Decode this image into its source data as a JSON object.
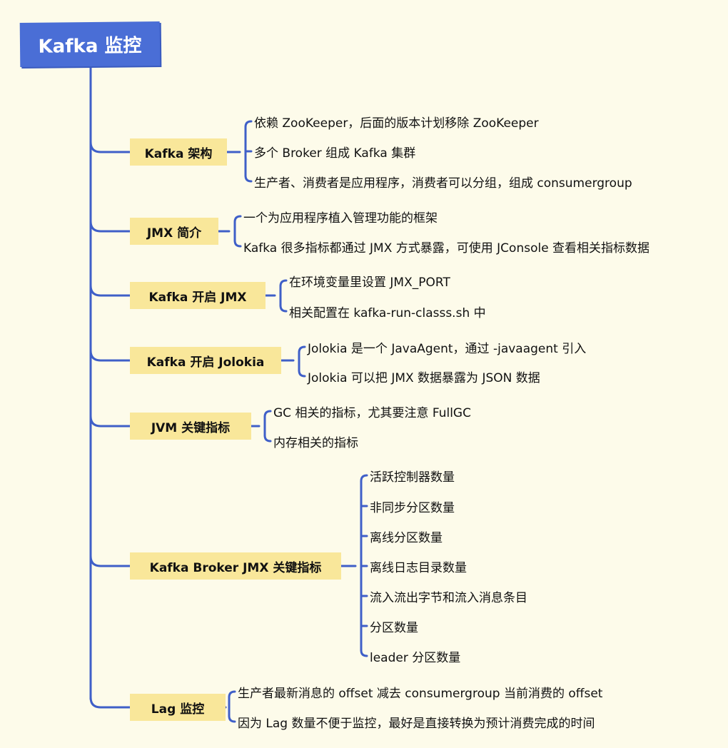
{
  "root": "Kafka 监控",
  "colors": {
    "background": "#fdfbea",
    "line": "#3f5fc8",
    "root_fill": "#4a6ed6",
    "branch_fill": "#f9e79a"
  },
  "branches": [
    {
      "label": "Kafka 架构",
      "children": [
        "依赖 ZooKeeper，后面的版本计划移除 ZooKeeper",
        "多个 Broker 组成 Kafka 集群",
        "生产者、消费者是应用程序，消费者可以分组，组成 consumergroup"
      ]
    },
    {
      "label": "JMX 简介",
      "children": [
        "一个为应用程序植入管理功能的框架",
        "Kafka 很多指标都通过 JMX 方式暴露，可使用 JConsole 查看相关指标数据"
      ]
    },
    {
      "label": "Kafka 开启 JMX",
      "children": [
        "在环境变量里设置 JMX_PORT",
        "相关配置在 kafka-run-classs.sh 中"
      ]
    },
    {
      "label": "Kafka 开启 Jolokia",
      "children": [
        "Jolokia 是一个 JavaAgent，通过 -javaagent 引入",
        "Jolokia 可以把 JMX 数据暴露为 JSON 数据"
      ]
    },
    {
      "label": "JVM 关键指标",
      "children": [
        "GC 相关的指标，尤其要注意 FullGC",
        "内存相关的指标"
      ]
    },
    {
      "label": "Kafka Broker JMX 关键指标",
      "children": [
        "活跃控制器数量",
        "非同步分区数量",
        "离线分区数量",
        "离线日志目录数量",
        "流入流出字节和流入消息条目",
        "分区数量",
        "leader 分区数量"
      ]
    },
    {
      "label": "Lag 监控",
      "children": [
        "生产者最新消息的 offset 减去 consumergroup 当前消费的 offset",
        "因为 Lag 数量不便于监控，最好是直接转换为预计消费完成的时间"
      ]
    }
  ]
}
